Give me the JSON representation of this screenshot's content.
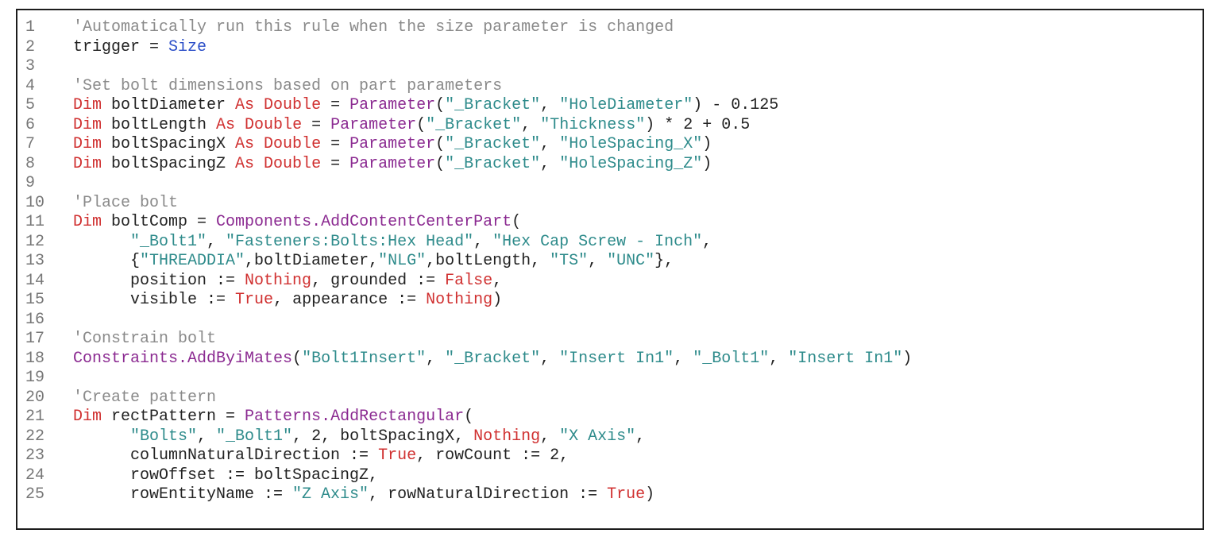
{
  "lines": [
    {
      "number": "1",
      "tokens": [
        {
          "text": "'Automatically run this rule when the size parameter is changed",
          "kind": "comment"
        }
      ]
    },
    {
      "number": "2",
      "tokens": [
        {
          "text": "trigger = ",
          "kind": "plain"
        },
        {
          "text": "Size",
          "kind": "param"
        }
      ]
    },
    {
      "number": "3",
      "tokens": []
    },
    {
      "number": "4",
      "tokens": [
        {
          "text": "'Set bolt dimensions based on part parameters",
          "kind": "comment"
        }
      ]
    },
    {
      "number": "5",
      "tokens": [
        {
          "text": "Dim",
          "kind": "keyword"
        },
        {
          "text": " boltDiameter ",
          "kind": "plain"
        },
        {
          "text": "As Double",
          "kind": "keyword"
        },
        {
          "text": " = ",
          "kind": "plain"
        },
        {
          "text": "Parameter",
          "kind": "method"
        },
        {
          "text": "(",
          "kind": "plain"
        },
        {
          "text": "\"_Bracket\"",
          "kind": "string"
        },
        {
          "text": ", ",
          "kind": "plain"
        },
        {
          "text": "\"HoleDiameter\"",
          "kind": "string"
        },
        {
          "text": ") - 0.125",
          "kind": "plain"
        }
      ]
    },
    {
      "number": "6",
      "tokens": [
        {
          "text": "Dim",
          "kind": "keyword"
        },
        {
          "text": " boltLength ",
          "kind": "plain"
        },
        {
          "text": "As Double",
          "kind": "keyword"
        },
        {
          "text": " = ",
          "kind": "plain"
        },
        {
          "text": "Parameter",
          "kind": "method"
        },
        {
          "text": "(",
          "kind": "plain"
        },
        {
          "text": "\"_Bracket\"",
          "kind": "string"
        },
        {
          "text": ", ",
          "kind": "plain"
        },
        {
          "text": "\"Thickness\"",
          "kind": "string"
        },
        {
          "text": ") * 2 + 0.5",
          "kind": "plain"
        }
      ]
    },
    {
      "number": "7",
      "tokens": [
        {
          "text": "Dim",
          "kind": "keyword"
        },
        {
          "text": " boltSpacingX ",
          "kind": "plain"
        },
        {
          "text": "As Double",
          "kind": "keyword"
        },
        {
          "text": " = ",
          "kind": "plain"
        },
        {
          "text": "Parameter",
          "kind": "method"
        },
        {
          "text": "(",
          "kind": "plain"
        },
        {
          "text": "\"_Bracket\"",
          "kind": "string"
        },
        {
          "text": ", ",
          "kind": "plain"
        },
        {
          "text": "\"HoleSpacing_X\"",
          "kind": "string"
        },
        {
          "text": ")",
          "kind": "plain"
        }
      ]
    },
    {
      "number": "8",
      "tokens": [
        {
          "text": "Dim",
          "kind": "keyword"
        },
        {
          "text": " boltSpacingZ ",
          "kind": "plain"
        },
        {
          "text": "As Double",
          "kind": "keyword"
        },
        {
          "text": " = ",
          "kind": "plain"
        },
        {
          "text": "Parameter",
          "kind": "method"
        },
        {
          "text": "(",
          "kind": "plain"
        },
        {
          "text": "\"_Bracket\"",
          "kind": "string"
        },
        {
          "text": ", ",
          "kind": "plain"
        },
        {
          "text": "\"HoleSpacing_Z\"",
          "kind": "string"
        },
        {
          "text": ")",
          "kind": "plain"
        }
      ]
    },
    {
      "number": "9",
      "tokens": []
    },
    {
      "number": "10",
      "tokens": [
        {
          "text": "'Place bolt",
          "kind": "comment"
        }
      ]
    },
    {
      "number": "11",
      "tokens": [
        {
          "text": "Dim",
          "kind": "keyword"
        },
        {
          "text": " boltComp = ",
          "kind": "plain"
        },
        {
          "text": "Components.AddContentCenterPart",
          "kind": "method"
        },
        {
          "text": "(",
          "kind": "plain"
        }
      ]
    },
    {
      "number": "12",
      "tokens": [
        {
          "text": "      ",
          "kind": "plain"
        },
        {
          "text": "\"_Bolt1\"",
          "kind": "string"
        },
        {
          "text": ", ",
          "kind": "plain"
        },
        {
          "text": "\"Fasteners:Bolts:Hex Head\"",
          "kind": "string"
        },
        {
          "text": ", ",
          "kind": "plain"
        },
        {
          "text": "\"Hex Cap Screw - Inch\"",
          "kind": "string"
        },
        {
          "text": ",",
          "kind": "plain"
        }
      ]
    },
    {
      "number": "13",
      "tokens": [
        {
          "text": "      {",
          "kind": "plain"
        },
        {
          "text": "\"THREADDIA\"",
          "kind": "string"
        },
        {
          "text": ",boltDiameter,",
          "kind": "plain"
        },
        {
          "text": "\"NLG\"",
          "kind": "string"
        },
        {
          "text": ",boltLength, ",
          "kind": "plain"
        },
        {
          "text": "\"TS\"",
          "kind": "string"
        },
        {
          "text": ", ",
          "kind": "plain"
        },
        {
          "text": "\"UNC\"",
          "kind": "string"
        },
        {
          "text": "},",
          "kind": "plain"
        }
      ]
    },
    {
      "number": "14",
      "tokens": [
        {
          "text": "      position := ",
          "kind": "plain"
        },
        {
          "text": "Nothing",
          "kind": "literal"
        },
        {
          "text": ", grounded := ",
          "kind": "plain"
        },
        {
          "text": "False",
          "kind": "literal"
        },
        {
          "text": ",",
          "kind": "plain"
        }
      ]
    },
    {
      "number": "15",
      "tokens": [
        {
          "text": "      visible := ",
          "kind": "plain"
        },
        {
          "text": "True",
          "kind": "literal"
        },
        {
          "text": ", appearance := ",
          "kind": "plain"
        },
        {
          "text": "Nothing",
          "kind": "literal"
        },
        {
          "text": ")",
          "kind": "plain"
        }
      ]
    },
    {
      "number": "16",
      "tokens": []
    },
    {
      "number": "17",
      "tokens": [
        {
          "text": "'Constrain bolt",
          "kind": "comment"
        }
      ]
    },
    {
      "number": "18",
      "tokens": [
        {
          "text": "Constraints.AddByiMates",
          "kind": "method"
        },
        {
          "text": "(",
          "kind": "plain"
        },
        {
          "text": "\"Bolt1Insert\"",
          "kind": "string"
        },
        {
          "text": ", ",
          "kind": "plain"
        },
        {
          "text": "\"_Bracket\"",
          "kind": "string"
        },
        {
          "text": ", ",
          "kind": "plain"
        },
        {
          "text": "\"Insert In1\"",
          "kind": "string"
        },
        {
          "text": ", ",
          "kind": "plain"
        },
        {
          "text": "\"_Bolt1\"",
          "kind": "string"
        },
        {
          "text": ", ",
          "kind": "plain"
        },
        {
          "text": "\"Insert In1\"",
          "kind": "string"
        },
        {
          "text": ")",
          "kind": "plain"
        }
      ]
    },
    {
      "number": "19",
      "tokens": []
    },
    {
      "number": "20",
      "tokens": [
        {
          "text": "'Create pattern",
          "kind": "comment"
        }
      ]
    },
    {
      "number": "21",
      "tokens": [
        {
          "text": "Dim",
          "kind": "keyword"
        },
        {
          "text": " rectPattern = ",
          "kind": "plain"
        },
        {
          "text": "Patterns.AddRectangular",
          "kind": "method"
        },
        {
          "text": "(",
          "kind": "plain"
        }
      ]
    },
    {
      "number": "22",
      "tokens": [
        {
          "text": "      ",
          "kind": "plain"
        },
        {
          "text": "\"Bolts\"",
          "kind": "string"
        },
        {
          "text": ", ",
          "kind": "plain"
        },
        {
          "text": "\"_Bolt1\"",
          "kind": "string"
        },
        {
          "text": ", 2, boltSpacingX, ",
          "kind": "plain"
        },
        {
          "text": "Nothing",
          "kind": "literal"
        },
        {
          "text": ", ",
          "kind": "plain"
        },
        {
          "text": "\"X Axis\"",
          "kind": "string"
        },
        {
          "text": ",",
          "kind": "plain"
        }
      ]
    },
    {
      "number": "23",
      "tokens": [
        {
          "text": "      columnNaturalDirection := ",
          "kind": "plain"
        },
        {
          "text": "True",
          "kind": "literal"
        },
        {
          "text": ", rowCount := 2,",
          "kind": "plain"
        }
      ]
    },
    {
      "number": "24",
      "tokens": [
        {
          "text": "      rowOffset := boltSpacingZ,",
          "kind": "plain"
        }
      ]
    },
    {
      "number": "25",
      "tokens": [
        {
          "text": "      rowEntityName := ",
          "kind": "plain"
        },
        {
          "text": "\"Z Axis\"",
          "kind": "string"
        },
        {
          "text": ", rowNaturalDirection := ",
          "kind": "plain"
        },
        {
          "text": "True",
          "kind": "literal"
        },
        {
          "text": ")",
          "kind": "plain"
        }
      ]
    }
  ]
}
